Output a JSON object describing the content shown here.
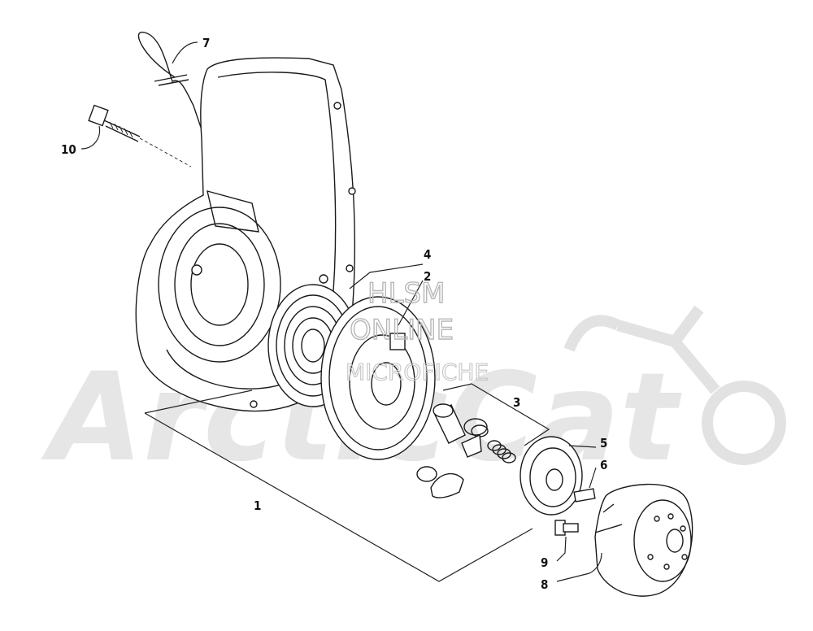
{
  "callouts": {
    "c1": "1",
    "c2": "2",
    "c3": "3",
    "c4": "4",
    "c5": "5",
    "c6": "6",
    "c7": "7",
    "c8": "8",
    "c9": "9",
    "c10": "10"
  },
  "watermark": {
    "line1": "HLSM",
    "line2": "ONLINE",
    "line3": "MICROFICHE",
    "brand": "ArcticCat"
  }
}
